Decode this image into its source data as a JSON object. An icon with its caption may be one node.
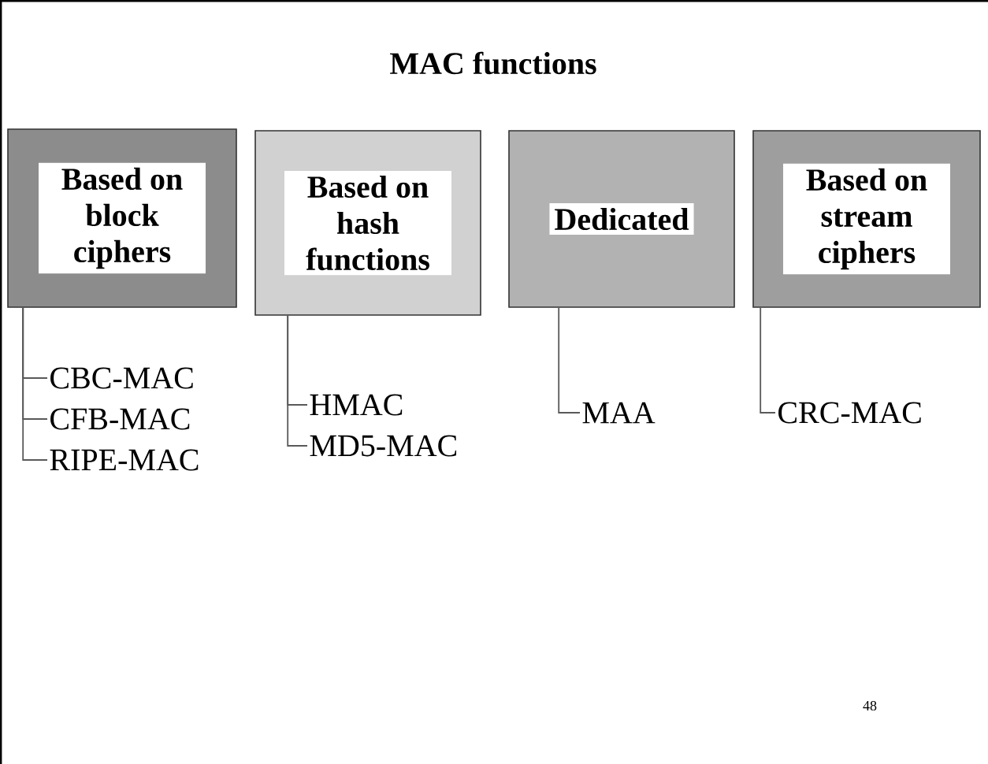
{
  "diagram": {
    "title": "MAC functions",
    "nodes": [
      {
        "text": [
          "Based on block ciphers"
        ]
      },
      {
        "text": [
          "Based on hash functions"
        ]
      },
      {
        "text": [
          "Dedicated"
        ]
      },
      {
        "text": [
          "Based on stream ciphers"
        ]
      },
      {
        "text": [
          "CBC-MAC"
        ]
      },
      {
        "text": [
          "CFB-MAC"
        ]
      },
      {
        "text": [
          "RIPE-MAC"
        ]
      },
      {
        "text": [
          "HMAC"
        ]
      },
      {
        "text": [
          "MD5-MAC"
        ]
      },
      {
        "text": [
          "MAA"
        ]
      },
      {
        "text": [
          "CRC-MAC"
        ]
      }
    ],
    "edges": [
      {
        "from": 0,
        "to": 4,
        "arrow": "none"
      },
      {
        "from": 0,
        "to": 5,
        "arrow": "none"
      },
      {
        "from": 0,
        "to": 6,
        "arrow": "none"
      },
      {
        "from": 1,
        "to": 7,
        "arrow": "none"
      },
      {
        "from": 1,
        "to": 8,
        "arrow": "none"
      },
      {
        "from": 2,
        "to": 9,
        "arrow": "none"
      },
      {
        "from": 3,
        "to": 10,
        "arrow": "none"
      }
    ],
    "labels": [
      "48"
    ]
  }
}
